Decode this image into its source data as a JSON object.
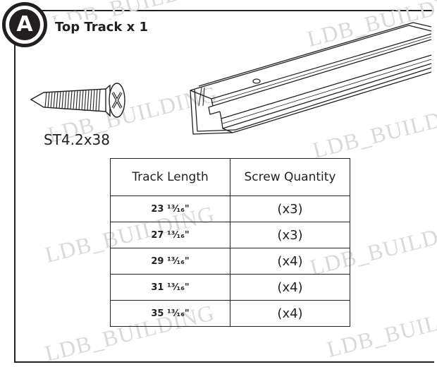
{
  "badge": {
    "letter": "A"
  },
  "title": "Top Track x 1",
  "screw": {
    "label": "ST4.2x38"
  },
  "table": {
    "headers": [
      "Track Length",
      "Screw Quantity"
    ],
    "rows": [
      {
        "length": "23 ¹³⁄₁₆\"",
        "quantity": "(x3)"
      },
      {
        "length": "27 ¹³⁄₁₆\"",
        "quantity": "(x3)"
      },
      {
        "length": "29 ¹³⁄₁₆\"",
        "quantity": "(x4)"
      },
      {
        "length": "31 ¹³⁄₁₆\"",
        "quantity": "(x4)"
      },
      {
        "length": "35 ¹³⁄₁₆\"",
        "quantity": "(x4)"
      }
    ]
  },
  "watermark": {
    "text": "LDB_BUILDING"
  },
  "colors": {
    "ink": "#231f20",
    "watermark": "#d9d9d9"
  },
  "icons": [
    "screw-icon",
    "top-track-icon"
  ]
}
